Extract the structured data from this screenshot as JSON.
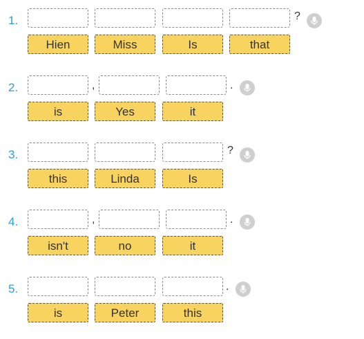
{
  "questions": [
    {
      "number": "1.",
      "words": [
        "Hien",
        "Miss",
        "Is",
        "that"
      ],
      "separator": ",",
      "end": "?"
    },
    {
      "number": "2.",
      "words": [
        "is",
        "Yes",
        "it"
      ],
      "separator": ",",
      "end": "."
    },
    {
      "number": "3.",
      "words": [
        "this",
        "Linda",
        "Is"
      ],
      "end": "?"
    },
    {
      "number": "4.",
      "words": [
        "isn't",
        "no",
        "it"
      ],
      "separator": ",",
      "end": "."
    },
    {
      "number": "5.",
      "words": [
        "is",
        "Peter",
        "this"
      ],
      "end": "."
    }
  ],
  "icons": {
    "audio": "microphone-icon"
  },
  "colors": {
    "number": "#2a9fd8",
    "chip": "#f8d35f",
    "mic": "#cfcfcf"
  }
}
